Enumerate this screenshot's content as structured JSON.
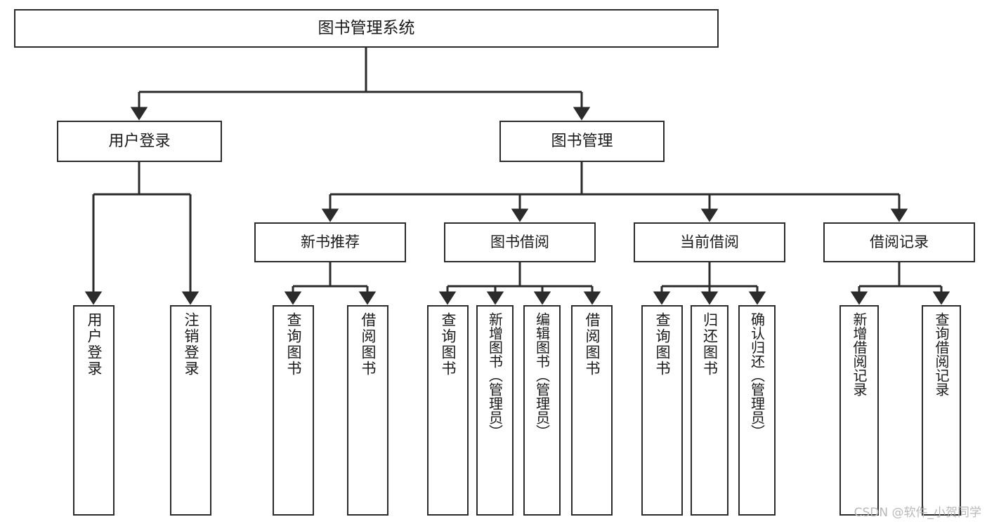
{
  "diagram": {
    "title": "图书管理系统",
    "watermark": "CSDN @软件_小贺同学",
    "colors": {
      "background": "#ffffff",
      "stroke": "#2b2b2b",
      "text": "#1a1a1a",
      "watermark": "#b9b9b9"
    },
    "nodes": {
      "root": {
        "label": "图书管理系统"
      },
      "level2": [
        {
          "label": "用户登录"
        },
        {
          "label": "图书管理"
        }
      ],
      "level3": [
        {
          "label": "新书推荐"
        },
        {
          "label": "图书借阅"
        },
        {
          "label": "当前借阅"
        },
        {
          "label": "借阅记录"
        }
      ],
      "leaves": [
        {
          "label": "用户登录"
        },
        {
          "label": "注销登录"
        },
        {
          "label": "查询图书"
        },
        {
          "label": "借阅图书"
        },
        {
          "label": "查询图书"
        },
        {
          "label": "新增图书（管理员）"
        },
        {
          "label": "编辑图书（管理员）"
        },
        {
          "label": "借阅图书"
        },
        {
          "label": "查询图书"
        },
        {
          "label": "归还图书"
        },
        {
          "label": "确认归还（管理员）"
        },
        {
          "label": "新增借阅记录"
        },
        {
          "label": "查询借阅记录"
        }
      ]
    }
  }
}
